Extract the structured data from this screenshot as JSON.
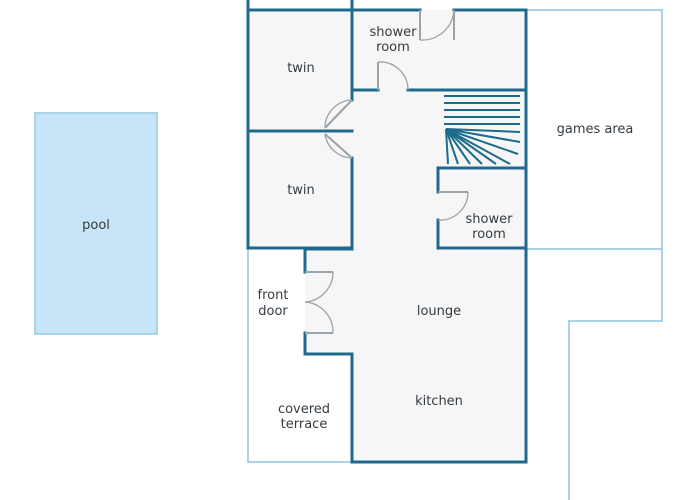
{
  "colors": {
    "wall": "#1d6a8c",
    "light_outline": "#a9d3e6",
    "pool_fill": "#c7e5f6",
    "room_fill": "#f6f6f6",
    "door": "#9aa3aa",
    "stairs": "#1d6a8c",
    "text": "#333c44"
  },
  "labels": {
    "pool": "pool",
    "twin_upper": "twin",
    "twin_lower": "twin",
    "shower_room_top_line1": "shower",
    "shower_room_top_line2": "room",
    "games_area": "games area",
    "shower_room_right_line1": "shower",
    "shower_room_right_line2": "room",
    "front_door_line1": "front",
    "front_door_line2": "door",
    "lounge": "lounge",
    "kitchen": "kitchen",
    "covered_terrace_line1": "covered",
    "covered_terrace_line2": "terrace"
  }
}
